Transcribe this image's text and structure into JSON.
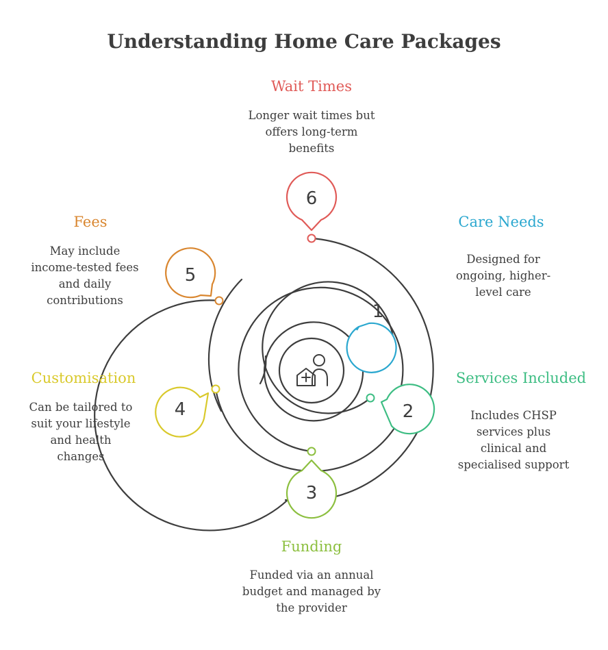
{
  "title": "Understanding Home Care Packages",
  "colors": {
    "wait": "#e05a57",
    "care": "#2aa7cf",
    "services": "#3dbd83",
    "funding": "#8cbf3f",
    "custom": "#d9c92b",
    "fees": "#d9862f",
    "line": "#3d3d3d"
  },
  "icon": "home-care-person-icon",
  "steps": [
    {
      "number": "1",
      "heading": "Care Needs",
      "lines": [
        "Designed for",
        "ongoing, higher-",
        "level care"
      ]
    },
    {
      "number": "2",
      "heading": "Services Included",
      "lines": [
        "Includes CHSP",
        "services plus",
        "clinical and",
        "specialised support"
      ]
    },
    {
      "number": "3",
      "heading": "Funding",
      "lines": [
        "Funded via an annual",
        "budget and managed by",
        "the provider"
      ]
    },
    {
      "number": "4",
      "heading": "Customisation",
      "lines": [
        "Can be tailored to",
        "suit your lifestyle",
        "and health",
        "changes"
      ]
    },
    {
      "number": "5",
      "heading": "Fees",
      "lines": [
        "May include",
        "income-tested fees",
        "and daily",
        "contributions"
      ]
    },
    {
      "number": "6",
      "heading": "Wait Times",
      "lines": [
        "Longer wait times but",
        "offers long-term",
        "benefits"
      ]
    }
  ]
}
